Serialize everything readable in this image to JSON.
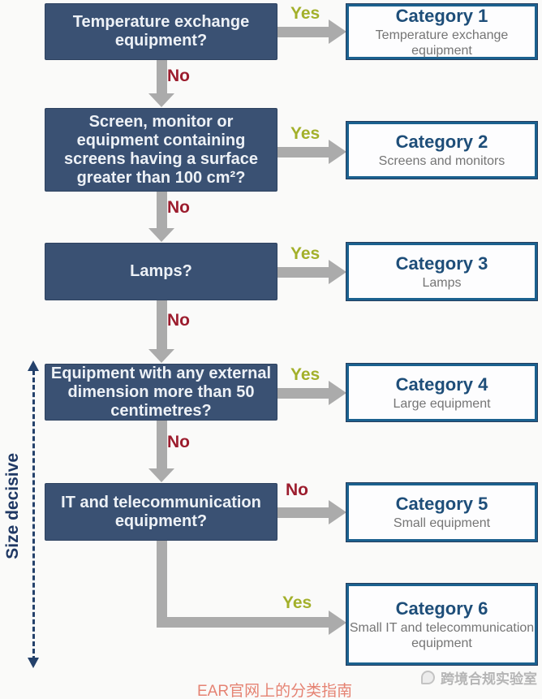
{
  "side": {
    "label": "Size decisive"
  },
  "labels": {
    "yes": "Yes",
    "no": "No"
  },
  "questions": [
    {
      "text": "Temperature exchange\nequipment?"
    },
    {
      "text": "Screen, monitor or\nequipment containing\nscreens having a surface\ngreater than 100 cm²?"
    },
    {
      "text": "Lamps?"
    },
    {
      "text": "Equipment with any external\ndimension more than 50\ncentimetres?"
    },
    {
      "text": "IT and telecommunication\nequipment?"
    }
  ],
  "categories": [
    {
      "title": "Category 1",
      "subtitle": "Temperature exchange\nequipment"
    },
    {
      "title": "Category 2",
      "subtitle": "Screens and monitors"
    },
    {
      "title": "Category 3",
      "subtitle": "Lamps"
    },
    {
      "title": "Category 4",
      "subtitle": "Large equipment"
    },
    {
      "title": "Category 5",
      "subtitle": "Small equipment"
    },
    {
      "title": "Category 6",
      "subtitle": "Small IT and telecommunication\nequipment"
    }
  ],
  "footer": {
    "caption": "EAR官网上的分类指南",
    "watermark": "跨境合规实验室"
  },
  "colors": {
    "question_box": "#3A5173",
    "category_border": "#1B618F",
    "category_title": "#1E4E79",
    "yes": "#A3B02B",
    "no": "#9C1D2E",
    "arrow": "#ABABAB",
    "axis": "#24416B",
    "caption": "#E58373"
  }
}
